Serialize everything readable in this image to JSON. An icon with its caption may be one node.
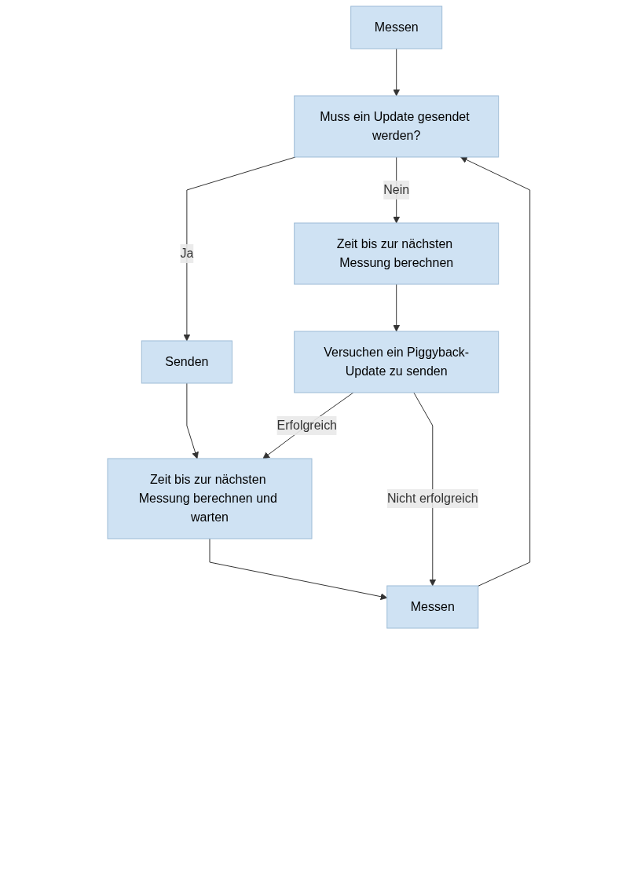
{
  "diagram": {
    "nodes": [
      {
        "text": [
          "Messen"
        ]
      },
      {
        "text": [
          "Muss ein Update gesendet werden?"
        ]
      },
      {
        "text": [
          "Zeit bis zur nächsten Messung berechnen"
        ]
      },
      {
        "text": [
          "Senden"
        ]
      },
      {
        "text": [
          "Versuchen ein Piggyback-Update zu senden"
        ]
      },
      {
        "text": [
          "Zeit bis zur nächsten Messung berechnen und warten"
        ]
      },
      {
        "text": [
          "Messen"
        ]
      }
    ],
    "edges": [
      {
        "from": 0,
        "to": 1,
        "arrow": "to"
      },
      {
        "from": 1,
        "to": 2,
        "arrow": "to",
        "label": "Nein"
      },
      {
        "from": 1,
        "to": 3,
        "arrow": "to",
        "label": "Ja"
      },
      {
        "from": 2,
        "to": 4,
        "arrow": "to"
      },
      {
        "from": 3,
        "to": 5,
        "arrow": "to"
      },
      {
        "from": 4,
        "to": 5,
        "arrow": "to",
        "label": "Erfolgreich"
      },
      {
        "from": 5,
        "to": 6,
        "arrow": "to"
      },
      {
        "from": 4,
        "to": 6,
        "arrow": "to",
        "label": "Nicht erfolgreich"
      },
      {
        "from": 6,
        "to": 1,
        "arrow": "to"
      }
    ]
  }
}
